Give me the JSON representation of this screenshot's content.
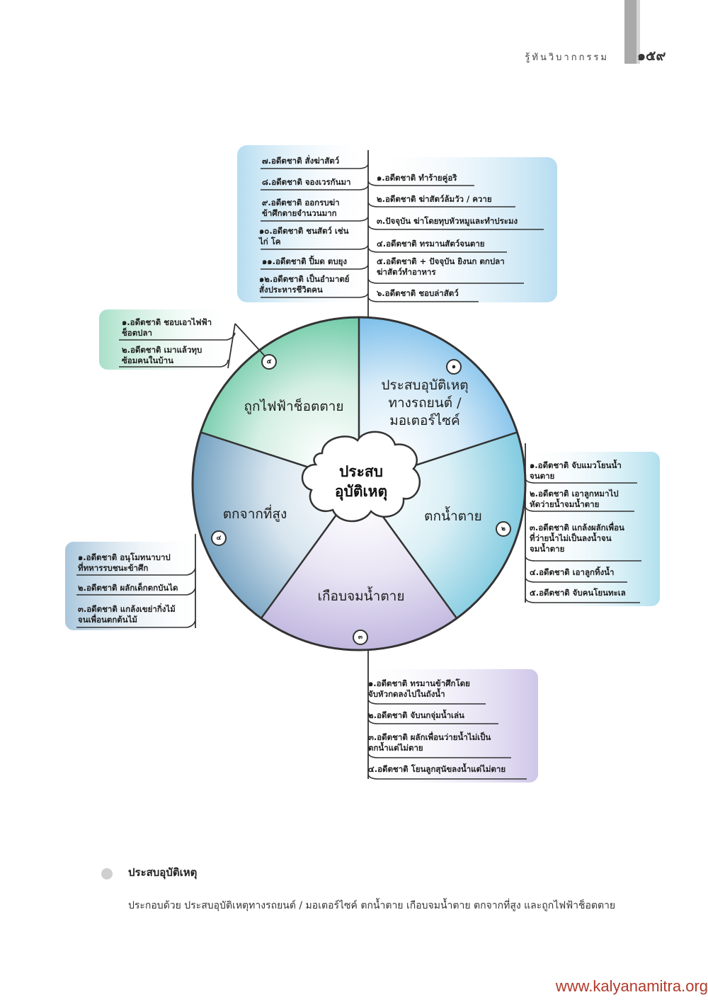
{
  "header": {
    "title": "รู้ทันวิบากกรรม",
    "page_number": "๑๕๙"
  },
  "diagram": {
    "center": "ประสบ\nอุบัติเหตุ",
    "segments": [
      {
        "number": "๑",
        "label": "ประสบอุบัติเหตุ\nทางรถยนต์ /\nมอเตอร์ไซค์"
      },
      {
        "number": "๒",
        "label": "ตกน้ำตาย"
      },
      {
        "number": "๓",
        "label": "เกือบจมน้ำตาย"
      },
      {
        "number": "๔",
        "label": "ตกจากที่สูง"
      },
      {
        "number": "๕",
        "label": "ถูกไฟฟ้าช็อตตาย"
      }
    ],
    "branch_top_left": [
      "๗.อดีตชาติ สั่งฆ่าสัตว์",
      "๘.อดีตชาติ จองเวรกันมา",
      "๙.อดีตชาติ ออกรบฆ่า\n ข้าศึกตายจำนวนมาก",
      "๑๐.อดีตชาติ ชนสัตว์ เช่น\n ไก่ โค",
      "๑๑.อดีตชาติ ปิ้มด ตบยุง",
      "๑๒.อดีตชาติ เป็นอำมาตย์\n สั่งประหารชีวิตคน"
    ],
    "branch_top_right": [
      "๑.อดีตชาติ ทำร้ายคู่อริ",
      "๒.อดีตชาติ ฆ่าสัตว์ล้มวัว / ควาย",
      "๓.ปัจจุบัน ฆ่าโดยทุบหัวหมูและทำประมง",
      "๔.อดีตชาติ ทรมานสัตว์จนตาย",
      "๕.อดีตชาติ + ปัจจุบัน ยิงนก ตกปลา\n ฆ่าสัตว์ทำอาหาร",
      "๖.อดีตชาติ ชอบล่าสัตว์"
    ],
    "branch_5": [
      "๑.อดีตชาติ ชอบเอาไฟฟ้า\n ช็อตปลา",
      "๒.อดีตชาติ เมาแล้วทุบ\n ซ้อมคนในบ้าน"
    ],
    "branch_2": [
      "๑.อดีตชาติ จับแมวโยนน้ำ\n จนตาย",
      "๒.อดีตชาติ เอาลูกหมาไป\n หัดว่ายน้ำจมน้ำตาย",
      "๓.อดีตชาติ แกล้งผลักเพื่อน\n ที่ว่ายน้ำไม่เป็นลงน้ำจน\n จมน้ำตาย",
      "๔.อดีตชาติ เอาลูกทิ้งน้ำ",
      "๕.อดีตชาติ จับคนโยนทะเล"
    ],
    "branch_4": [
      "๑.อดีตชาติ อนุโมทนาบาป\n ที่ทหารรบชนะข้าศึก",
      "๒.อดีตชาติ ผลักเด็กตกบันได",
      "๓.อดีตชาติ แกล้งเขย่ากิ่งไม้\n จนเพื่อนตกต้นไม้"
    ],
    "branch_3": [
      "๑.อดีตชาติ ทรมานข้าศึกโดย\n จับหัวกดลงไปในถังน้ำ",
      "๒.อดีตชาติ จับนกจุ่มน้ำเล่น",
      "๓.อดีตชาติ ผลักเพื่อนว่ายน้ำไม่เป็น\n ตกน้ำแต่ไม่ตาย",
      "๔.อดีตชาติ โยนลูกสุนัขลงน้ำแต่ไม่ตาย"
    ]
  },
  "section": {
    "title": "ประสบอุบัติเหตุ",
    "body": "ประกอบด้วย ประสบอุบัติเหตุทางรถยนต์ / มอเตอร์ไซค์ ตกน้ำตาย เกือบจมน้ำตาย ตกจากที่สูง และถูกไฟฟ้าช็อตตาย"
  },
  "footer": {
    "url": "www.kalyanamitra.org"
  },
  "colors": {
    "segment_1": "#5fb0e6",
    "segment_2": "#6fc3dc",
    "segment_3": "#b9aedb",
    "segment_4": "#5f93b8",
    "segment_5": "#4fbf95",
    "footer_url": "#b23a2a"
  }
}
